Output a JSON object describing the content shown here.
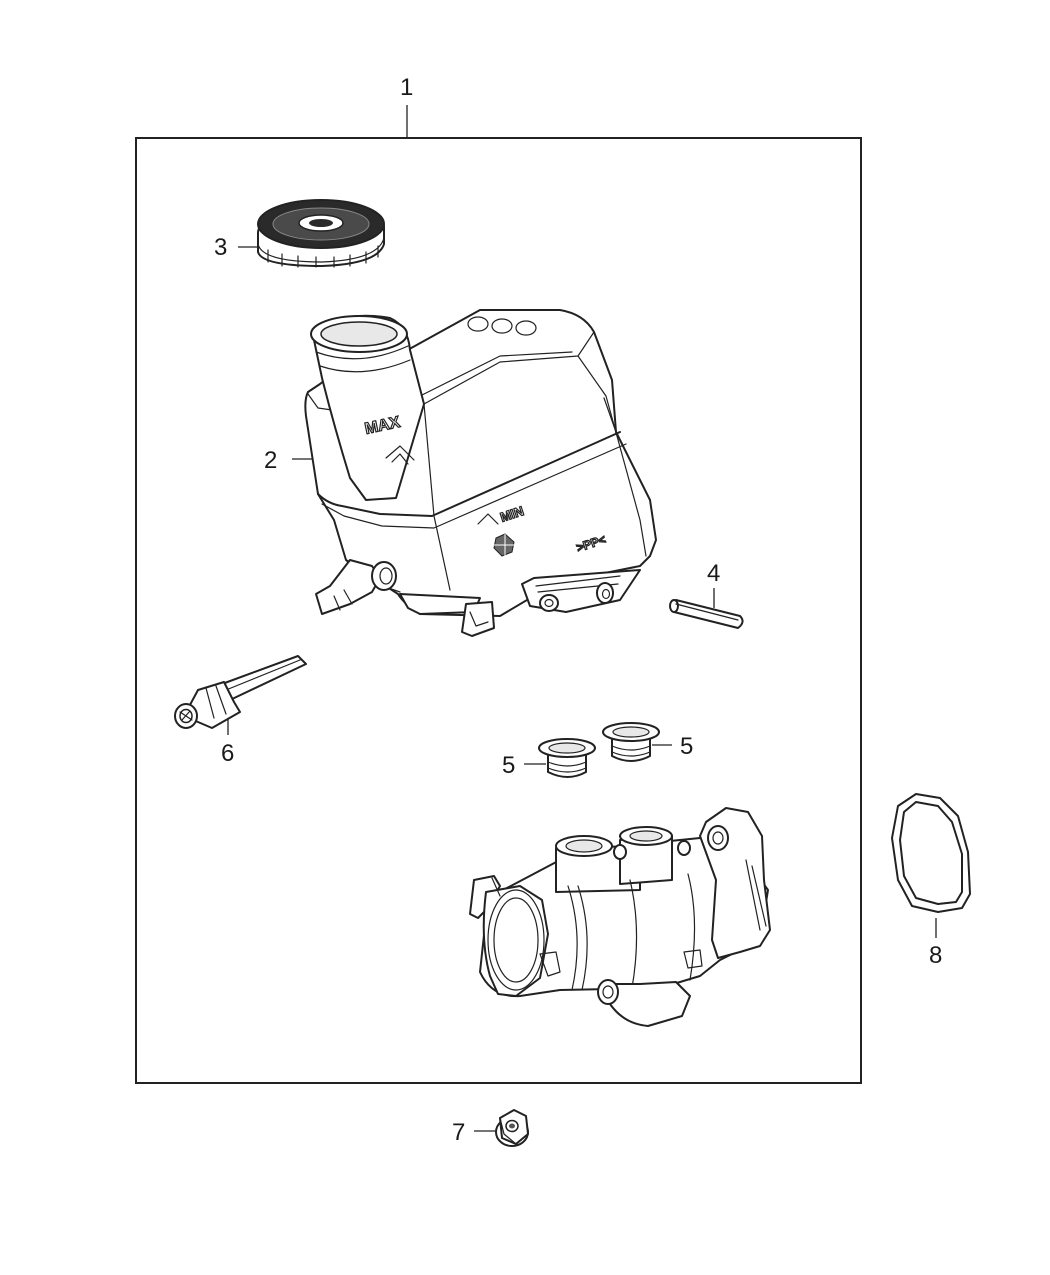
{
  "callouts": [
    {
      "id": "c1",
      "label": "1"
    },
    {
      "id": "c2",
      "label": "2"
    },
    {
      "id": "c3",
      "label": "3"
    },
    {
      "id": "c4",
      "label": "4"
    },
    {
      "id": "c5a",
      "label": "5"
    },
    {
      "id": "c5b",
      "label": "5"
    },
    {
      "id": "c6",
      "label": "6"
    },
    {
      "id": "c7",
      "label": "7"
    },
    {
      "id": "c8",
      "label": "8"
    }
  ],
  "reservoir_marks": {
    "max": "MAX",
    "min": "MIN",
    "material": ">PP<"
  }
}
